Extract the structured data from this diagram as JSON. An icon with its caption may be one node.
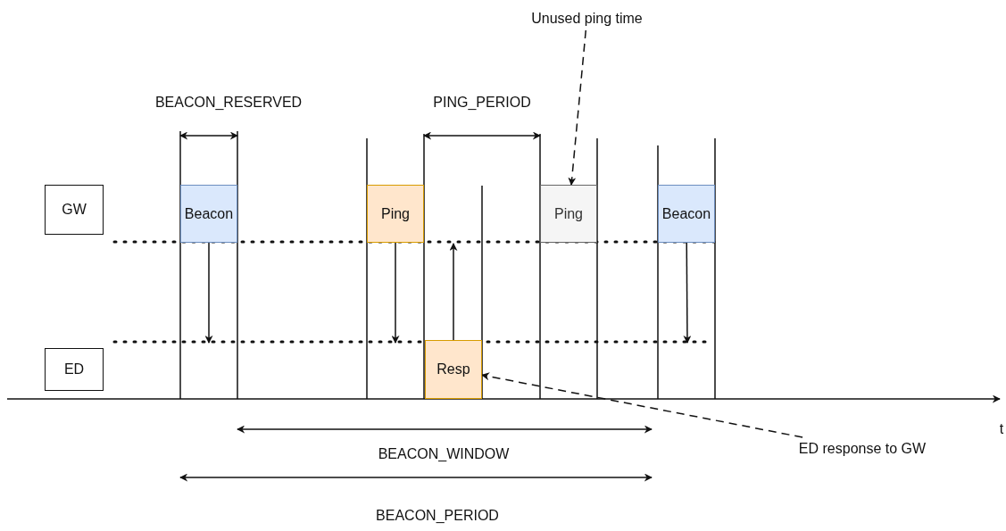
{
  "diagram": {
    "nodes": [
      {
        "text": [
          "Unused ping time"
        ]
      },
      {
        "text": [
          "GW"
        ]
      },
      {
        "text": [
          "Beacon"
        ]
      },
      {
        "text": [
          "Ping"
        ]
      },
      {
        "text": [
          "Ping"
        ]
      },
      {
        "text": [
          "Beacon"
        ]
      },
      {
        "text": [
          "ED"
        ]
      },
      {
        "text": [
          "Resp"
        ]
      },
      {
        "text": [
          "ED response to GW"
        ]
      }
    ],
    "edges": [
      {
        "from": 0,
        "to": 4,
        "arrow": "to",
        "style": "dashed"
      },
      {
        "from": 2,
        "to": null,
        "arrow": "to"
      },
      {
        "from": 3,
        "to": null,
        "arrow": "to"
      },
      {
        "from": 7,
        "to": null,
        "arrow": "to"
      },
      {
        "from": 5,
        "to": null,
        "arrow": "to"
      },
      {
        "from": 8,
        "to": 7,
        "arrow": "to",
        "style": "dashed"
      }
    ],
    "labels": [
      "BEACON_RESERVED",
      "PING_PERIOD",
      "t",
      "BEACON_WINDOW",
      "BEACON_PERIOD"
    ]
  }
}
